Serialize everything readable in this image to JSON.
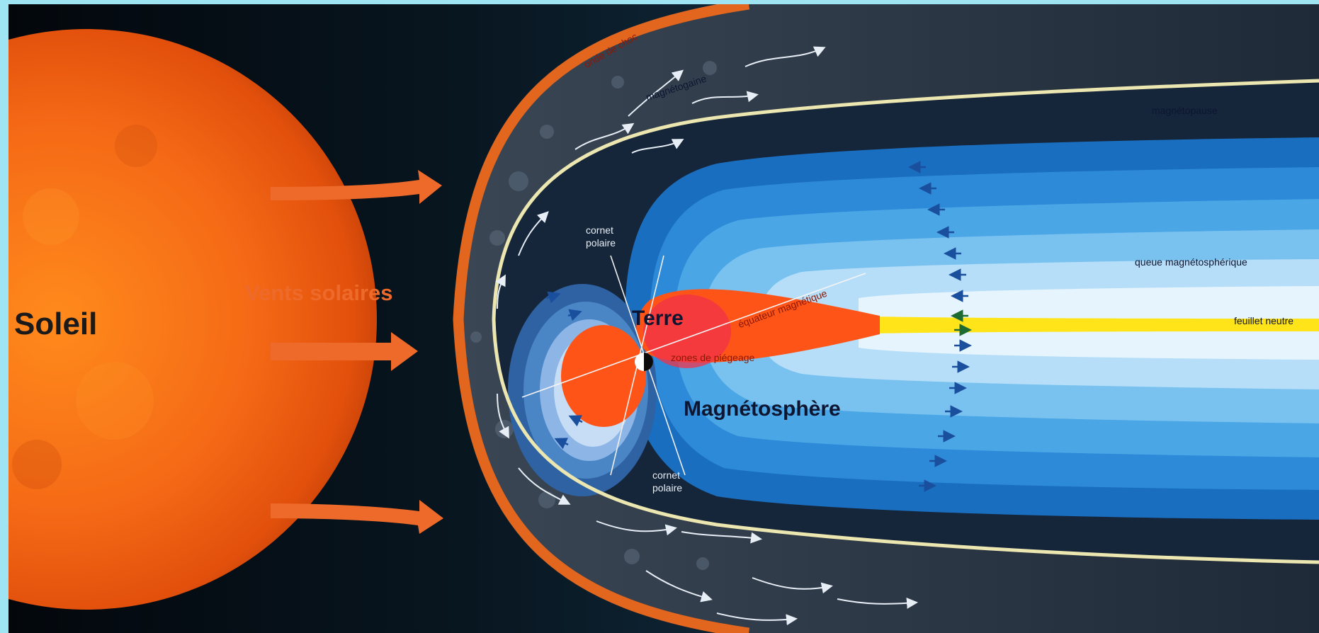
{
  "labels": {
    "sun": "Soleil",
    "solar_wind": "Vents solaires",
    "bow_shock": "onde de choc",
    "magnetosheath": "magnétogaine",
    "magnetopause": "magnétopause",
    "polar_cusp_top_line1": "cornet",
    "polar_cusp_top_line2": "polaire",
    "polar_cusp_bottom_line1": "cornet",
    "polar_cusp_bottom_line2": "polaire",
    "earth": "Terre",
    "magnetic_equator": "équateur magnétique",
    "trapping_zones": "zones de piégeage",
    "magnetosphere": "Magnétosphère",
    "magnetotail": "queue magnétosphérique",
    "neutral_sheet": "feuillet neutre"
  },
  "colors": {
    "frame_border": "#9fe4f2",
    "space": "#06101a",
    "sun": "#f56a16",
    "solar_wind_arrow": "#ee6a2a",
    "bow_shock": "#e2661e",
    "magnetopause": "#ece6b0",
    "trapping_zone": "#ff5418",
    "neutral_sheet": "#ffe41a"
  }
}
